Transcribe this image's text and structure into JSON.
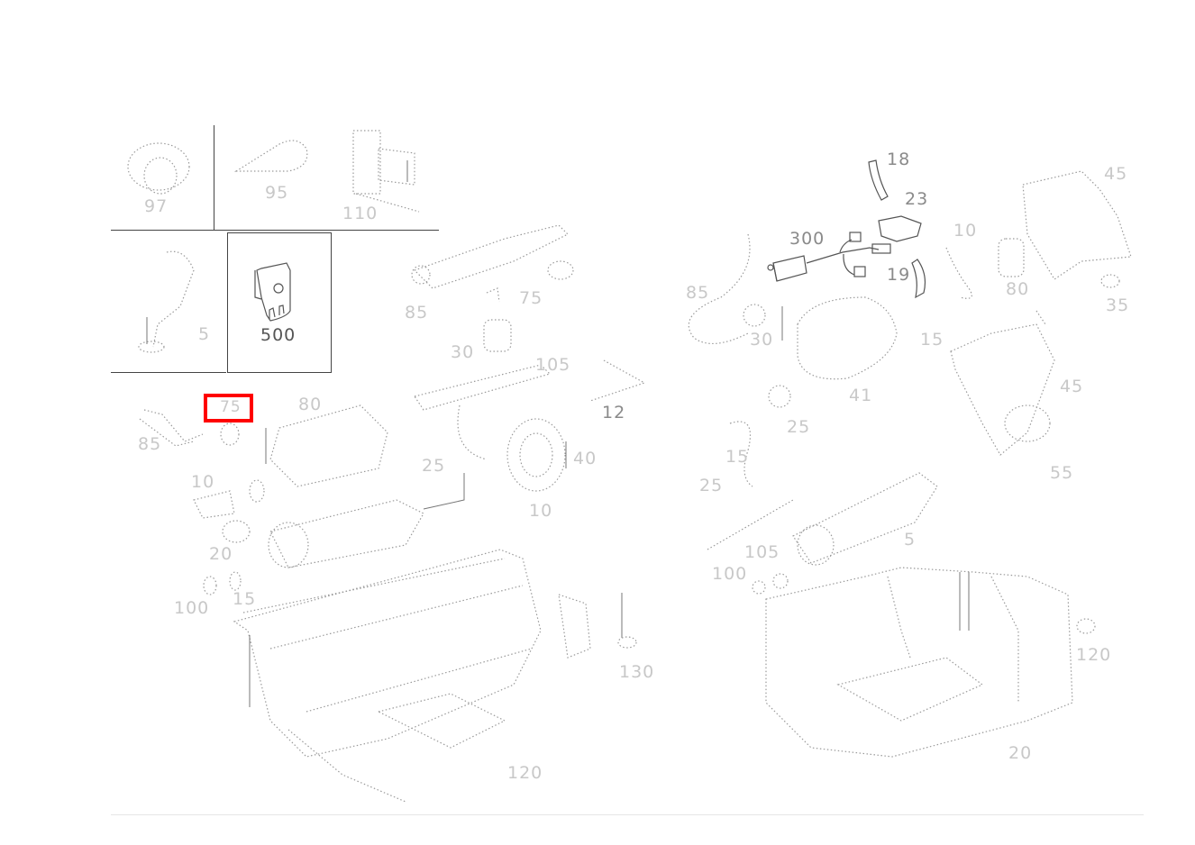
{
  "diagram": {
    "type": "exploded parts diagram",
    "inset_panels": [
      {
        "id": "panel-97",
        "label": "97"
      },
      {
        "id": "panel-95",
        "label": "95"
      },
      {
        "id": "panel-110",
        "label": "110"
      },
      {
        "id": "panel-5",
        "label": "5"
      },
      {
        "id": "panel-500",
        "label": "500"
      }
    ],
    "left_assembly_labels": {
      "l85a": "85",
      "l75": "75",
      "l80": "80",
      "l85b": "85",
      "l30": "30",
      "l105": "105",
      "l12": "12",
      "l10a": "10",
      "l25a": "25",
      "l40": "40",
      "l10b": "10",
      "l20": "20",
      "l100a": "100",
      "l15": "15",
      "l130": "130",
      "l120a": "120"
    },
    "right_assembly_labels": {
      "r18": "18",
      "r23": "23",
      "r300": "300",
      "r19": "19",
      "r85": "85",
      "r10": "10",
      "r45": "45",
      "r80": "80",
      "r30": "30",
      "r35": "35",
      "r15a": "15",
      "r41": "41",
      "r45b": "45",
      "r25": "25",
      "r15b": "15",
      "r25b": "25",
      "r55": "55",
      "r105": "105",
      "r5": "5",
      "r100": "100",
      "r120": "120",
      "r20": "20"
    },
    "highlighted_callout": {
      "label": "75",
      "color": "#ff0000"
    }
  }
}
